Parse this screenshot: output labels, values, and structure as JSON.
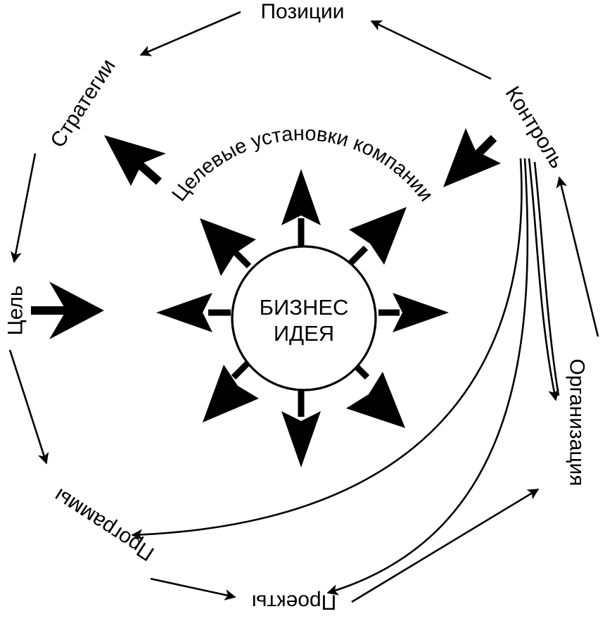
{
  "center": {
    "line1": "БИЗНЕС",
    "line2": "ИДЕЯ"
  },
  "arc_label": "Целевые установки компании",
  "nodes": {
    "positions": "Позиции",
    "control": "Контроль",
    "strategies": "Стратегии",
    "goal": "Цель",
    "programs": "Программы",
    "projects": "Проекты",
    "organization": "Организация"
  },
  "colors": {
    "ink": "#000000",
    "paper": "#ffffff"
  }
}
